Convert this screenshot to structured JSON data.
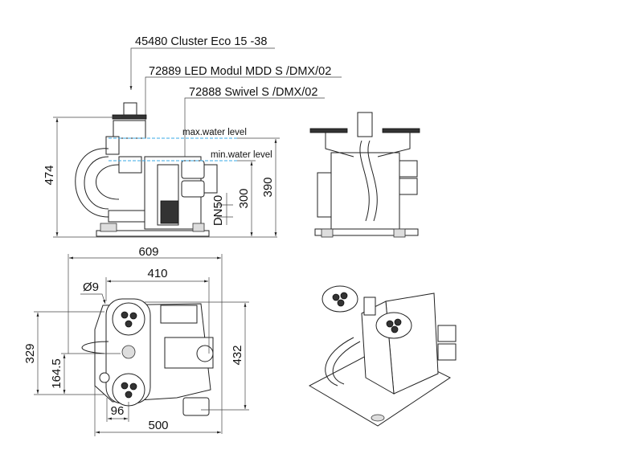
{
  "callouts": {
    "cluster": "45480 Cluster Eco 15 -38",
    "led_module": "72889 LED Modul MDD S /DMX/02",
    "swivel": "72888 Swivel S /DMX/02"
  },
  "side_view": {
    "max_water_level": "max.water level",
    "min_water_level": "min.water level",
    "height_total": "474",
    "height_390": "390",
    "height_300": "300",
    "pipe": "DN50"
  },
  "top_view": {
    "width_609": "609",
    "width_410": "410",
    "hole": "Ø9",
    "depth_329": "329",
    "depth_164_5": "164.5",
    "depth_432": "432",
    "width_96": "96",
    "width_500": "500"
  },
  "colors": {
    "water_line": "#39a8e6",
    "line": "#222222"
  }
}
